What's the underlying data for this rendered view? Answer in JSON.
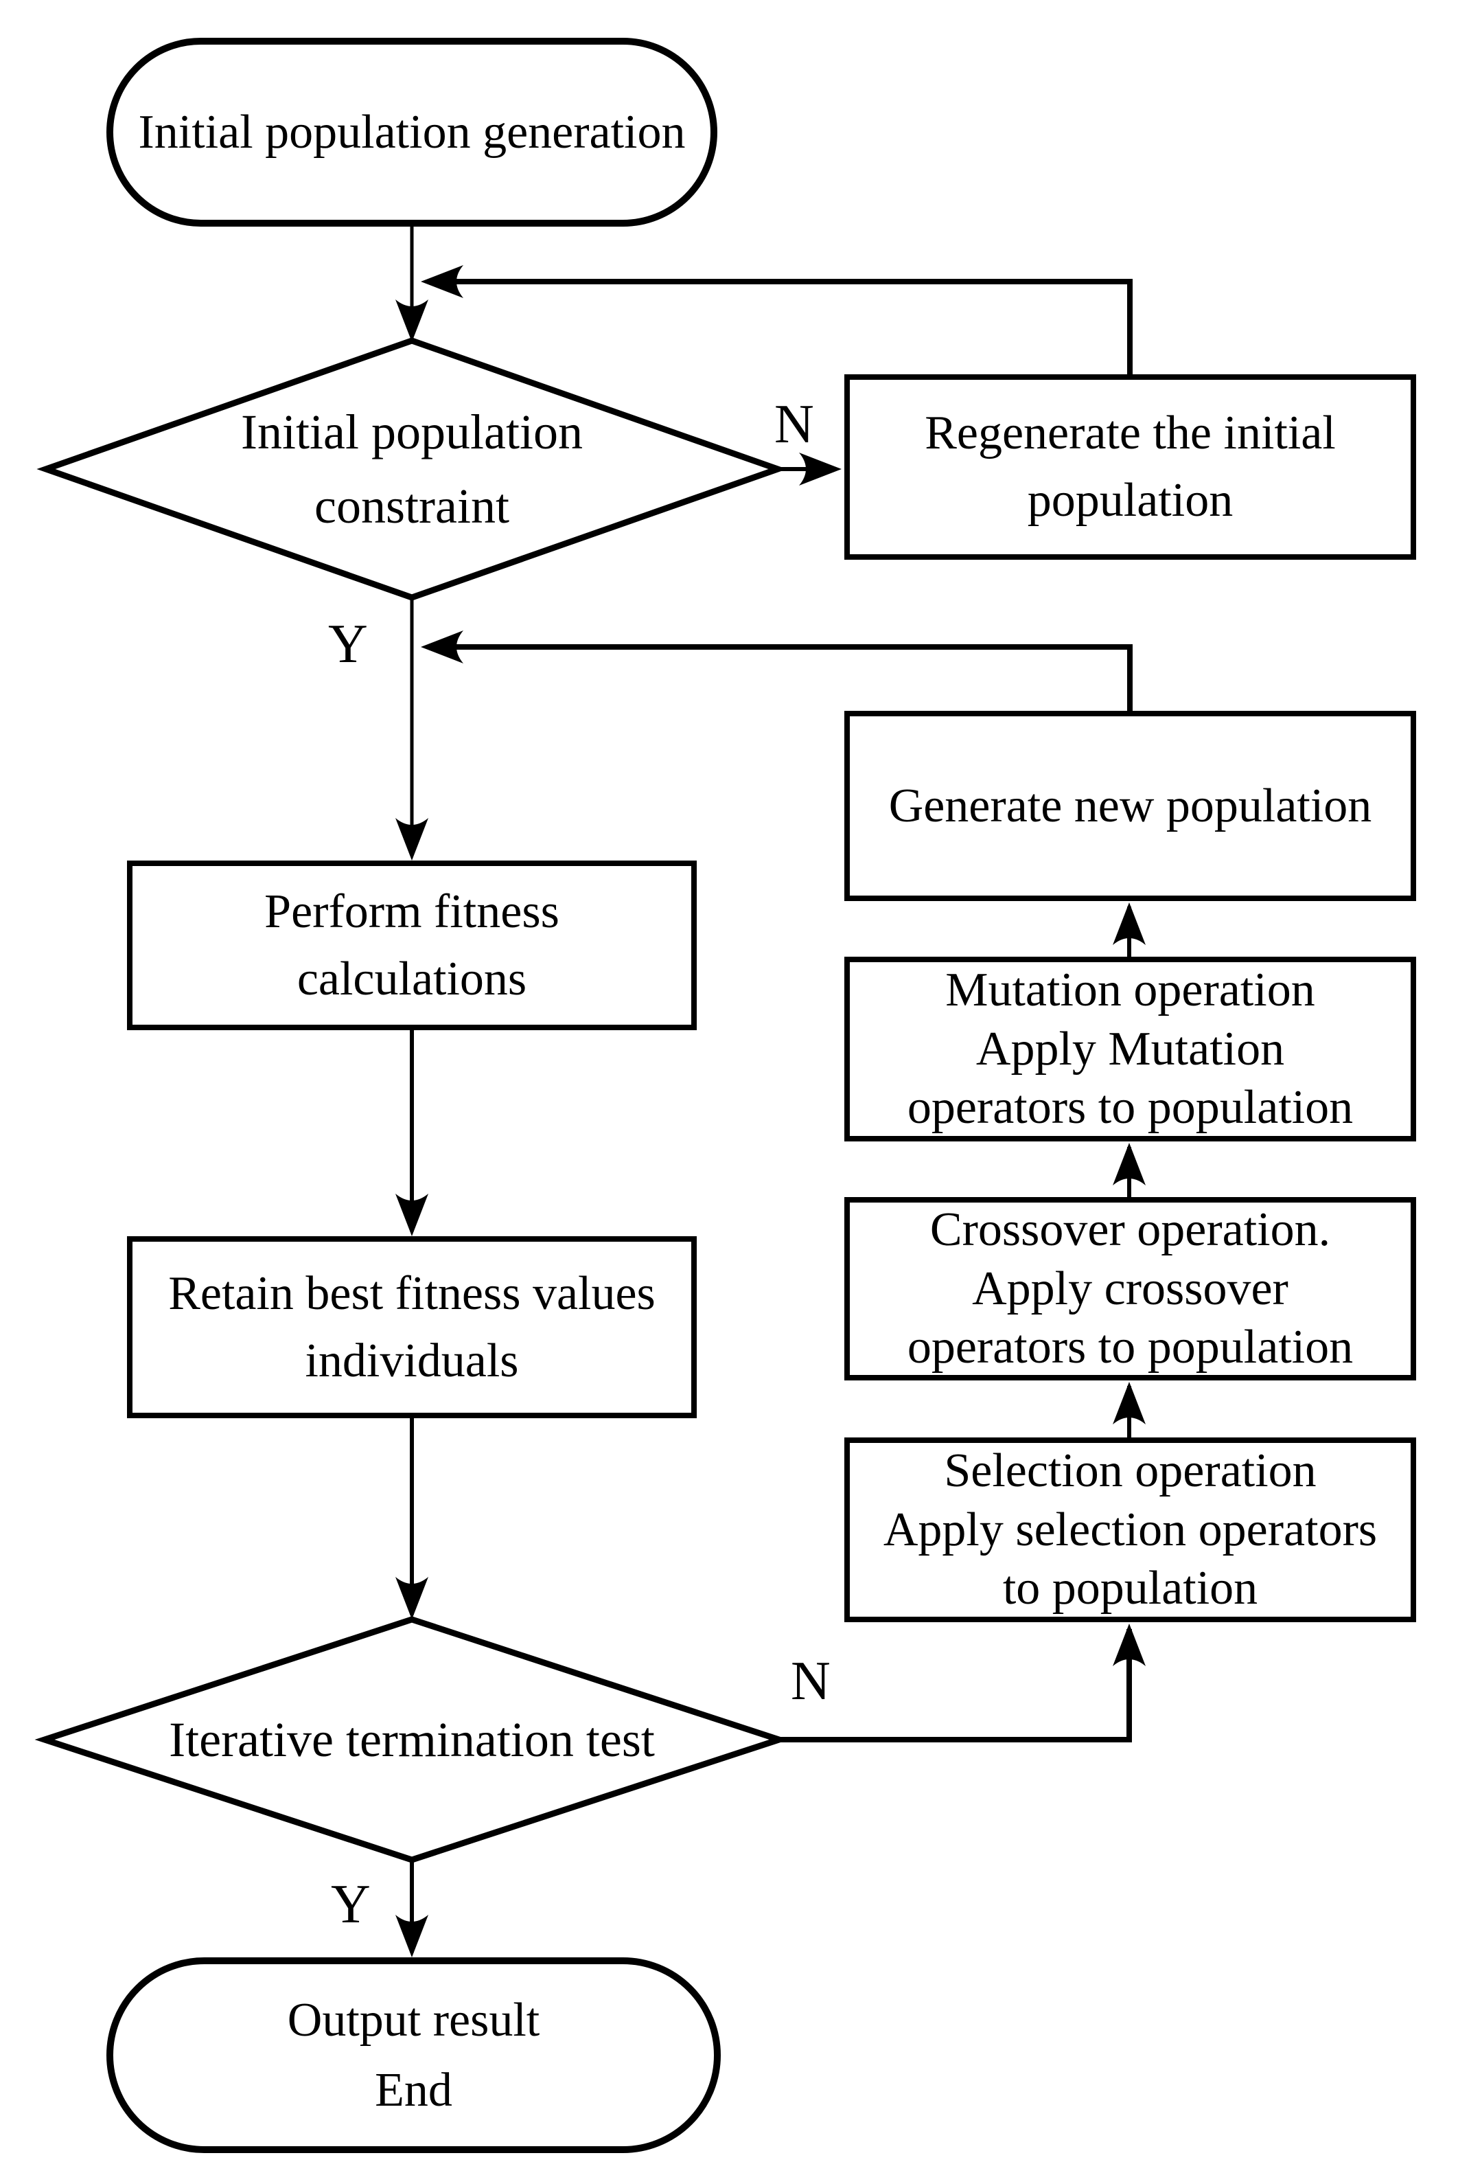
{
  "colors": {
    "line": "#000000",
    "text": "#000000",
    "background": "#ffffff"
  },
  "nodes": {
    "start": {
      "lines": [
        "Initial population generation"
      ]
    },
    "init_constraint": {
      "lines": [
        "Initial population",
        "constraint"
      ]
    },
    "regenerate": {
      "lines": [
        "Regenerate the initial",
        "population"
      ]
    },
    "generate_new": {
      "lines": [
        "Generate new population"
      ]
    },
    "perform_fitness": {
      "lines": [
        "Perform fitness",
        "calculations"
      ]
    },
    "mutation": {
      "lines": [
        "Mutation operation",
        "Apply Mutation",
        "operators to population"
      ]
    },
    "crossover": {
      "lines": [
        "Crossover operation.",
        "Apply crossover",
        "operators to population"
      ]
    },
    "retain": {
      "lines": [
        "Retain best fitness values",
        "individuals"
      ]
    },
    "selection": {
      "lines": [
        "Selection operation",
        "Apply selection operators",
        "to population"
      ]
    },
    "termination": {
      "lines": [
        "Iterative termination test"
      ]
    },
    "end": {
      "lines": [
        "Output result",
        "End"
      ]
    }
  },
  "edge_labels": {
    "constraint_no": "N",
    "constraint_yes": "Y",
    "termination_no": "N",
    "termination_yes": "Y"
  }
}
